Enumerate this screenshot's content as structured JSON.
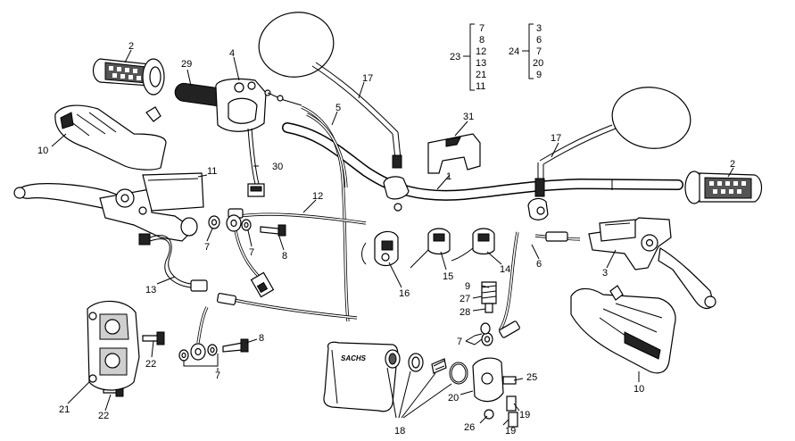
{
  "callouts": [
    {
      "id": "c-2-left",
      "text": "2"
    },
    {
      "id": "c-29",
      "text": "29"
    },
    {
      "id": "c-4",
      "text": "4"
    },
    {
      "id": "c-10-left",
      "text": "10"
    },
    {
      "id": "c-11",
      "text": "11"
    },
    {
      "id": "c-30",
      "text": "30"
    },
    {
      "id": "c-5",
      "text": "5"
    },
    {
      "id": "c-17-left",
      "text": "17"
    },
    {
      "id": "c-12",
      "text": "12"
    },
    {
      "id": "c-7-a",
      "text": "7"
    },
    {
      "id": "c-7-b",
      "text": "7"
    },
    {
      "id": "c-8-a",
      "text": "8"
    },
    {
      "id": "c-13",
      "text": "13"
    },
    {
      "id": "c-22-a",
      "text": "22"
    },
    {
      "id": "c-21",
      "text": "21"
    },
    {
      "id": "c-22-b",
      "text": "22"
    },
    {
      "id": "c-8-b",
      "text": "8"
    },
    {
      "id": "c-7-c",
      "text": "7"
    },
    {
      "id": "c-31",
      "text": "31"
    },
    {
      "id": "c-1",
      "text": "1"
    },
    {
      "id": "c-16",
      "text": "16"
    },
    {
      "id": "c-15",
      "text": "15"
    },
    {
      "id": "c-14",
      "text": "14"
    },
    {
      "id": "c-9",
      "text": "9"
    },
    {
      "id": "c-27",
      "text": "27"
    },
    {
      "id": "c-28",
      "text": "28"
    },
    {
      "id": "c-7-d",
      "text": "7"
    },
    {
      "id": "c-6",
      "text": "6"
    },
    {
      "id": "c-17-right",
      "text": "17"
    },
    {
      "id": "c-2-right",
      "text": "2"
    },
    {
      "id": "c-3",
      "text": "3"
    },
    {
      "id": "c-10-right",
      "text": "10"
    },
    {
      "id": "c-25",
      "text": "25"
    },
    {
      "id": "c-20",
      "text": "20"
    },
    {
      "id": "c-26",
      "text": "26"
    },
    {
      "id": "c-19-a",
      "text": "19"
    },
    {
      "id": "c-19-b",
      "text": "19"
    },
    {
      "id": "c-18",
      "text": "18"
    }
  ],
  "kits": [
    {
      "label": "23",
      "items": [
        "7",
        "8",
        "12",
        "13",
        "21",
        "11"
      ]
    },
    {
      "label": "24",
      "items": [
        "3",
        "6",
        "7",
        "20",
        "9"
      ]
    }
  ],
  "bag_logo": "SACHS"
}
